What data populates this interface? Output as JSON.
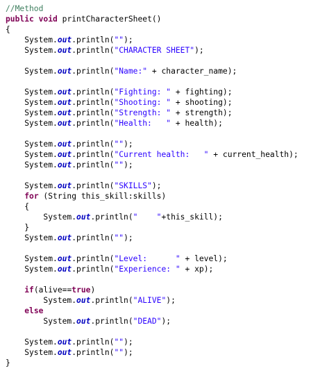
{
  "colors": {
    "keyword": "#7f0055",
    "comment": "#3f7f5f",
    "string": "#2a00ff",
    "static_field": "#0000c0",
    "text": "#000000",
    "background": "#ffffff"
  },
  "code_lines": [
    [
      {
        "t": "cm",
        "v": "//Method"
      }
    ],
    [
      {
        "t": "kw",
        "v": "public"
      },
      {
        "t": "pl",
        "v": " "
      },
      {
        "t": "kw",
        "v": "void"
      },
      {
        "t": "pl",
        "v": " printCharacterSheet()"
      }
    ],
    [
      {
        "t": "pl",
        "v": "{"
      }
    ],
    [
      {
        "t": "pl",
        "v": "    System."
      },
      {
        "t": "fld",
        "v": "out"
      },
      {
        "t": "pl",
        "v": ".println("
      },
      {
        "t": "st",
        "v": "\"\""
      },
      {
        "t": "pl",
        "v": ");"
      }
    ],
    [
      {
        "t": "pl",
        "v": "    System."
      },
      {
        "t": "fld",
        "v": "out"
      },
      {
        "t": "pl",
        "v": ".println("
      },
      {
        "t": "st",
        "v": "\"CHARACTER SHEET\""
      },
      {
        "t": "pl",
        "v": ");"
      }
    ],
    [],
    [
      {
        "t": "pl",
        "v": "    System."
      },
      {
        "t": "fld",
        "v": "out"
      },
      {
        "t": "pl",
        "v": ".println("
      },
      {
        "t": "st",
        "v": "\"Name:\""
      },
      {
        "t": "pl",
        "v": " + "
      },
      {
        "t": "id",
        "v": "character_name"
      },
      {
        "t": "pl",
        "v": ");"
      }
    ],
    [],
    [
      {
        "t": "pl",
        "v": "    System."
      },
      {
        "t": "fld",
        "v": "out"
      },
      {
        "t": "pl",
        "v": ".println("
      },
      {
        "t": "st",
        "v": "\"Fighting: \""
      },
      {
        "t": "pl",
        "v": " + "
      },
      {
        "t": "id",
        "v": "fighting"
      },
      {
        "t": "pl",
        "v": ");"
      }
    ],
    [
      {
        "t": "pl",
        "v": "    System."
      },
      {
        "t": "fld",
        "v": "out"
      },
      {
        "t": "pl",
        "v": ".println("
      },
      {
        "t": "st",
        "v": "\"Shooting: \""
      },
      {
        "t": "pl",
        "v": " + "
      },
      {
        "t": "id",
        "v": "shooting"
      },
      {
        "t": "pl",
        "v": ");"
      }
    ],
    [
      {
        "t": "pl",
        "v": "    System."
      },
      {
        "t": "fld",
        "v": "out"
      },
      {
        "t": "pl",
        "v": ".println("
      },
      {
        "t": "st",
        "v": "\"Strength: \""
      },
      {
        "t": "pl",
        "v": " + "
      },
      {
        "t": "id",
        "v": "strength"
      },
      {
        "t": "pl",
        "v": ");"
      }
    ],
    [
      {
        "t": "pl",
        "v": "    System."
      },
      {
        "t": "fld",
        "v": "out"
      },
      {
        "t": "pl",
        "v": ".println("
      },
      {
        "t": "st",
        "v": "\"Health:   \""
      },
      {
        "t": "pl",
        "v": " + "
      },
      {
        "t": "id",
        "v": "health"
      },
      {
        "t": "pl",
        "v": ");"
      }
    ],
    [],
    [
      {
        "t": "pl",
        "v": "    System."
      },
      {
        "t": "fld",
        "v": "out"
      },
      {
        "t": "pl",
        "v": ".println("
      },
      {
        "t": "st",
        "v": "\"\""
      },
      {
        "t": "pl",
        "v": ");"
      }
    ],
    [
      {
        "t": "pl",
        "v": "    System."
      },
      {
        "t": "fld",
        "v": "out"
      },
      {
        "t": "pl",
        "v": ".println("
      },
      {
        "t": "st",
        "v": "\"Current health:   \""
      },
      {
        "t": "pl",
        "v": " + "
      },
      {
        "t": "id",
        "v": "current_health"
      },
      {
        "t": "pl",
        "v": ");"
      }
    ],
    [
      {
        "t": "pl",
        "v": "    System."
      },
      {
        "t": "fld",
        "v": "out"
      },
      {
        "t": "pl",
        "v": ".println("
      },
      {
        "t": "st",
        "v": "\"\""
      },
      {
        "t": "pl",
        "v": ");"
      }
    ],
    [],
    [
      {
        "t": "pl",
        "v": "    System."
      },
      {
        "t": "fld",
        "v": "out"
      },
      {
        "t": "pl",
        "v": ".println("
      },
      {
        "t": "st",
        "v": "\"SKILLS\""
      },
      {
        "t": "pl",
        "v": ");"
      }
    ],
    [
      {
        "t": "pl",
        "v": "    "
      },
      {
        "t": "kw",
        "v": "for"
      },
      {
        "t": "pl",
        "v": " (String this_skill:"
      },
      {
        "t": "id",
        "v": "skills"
      },
      {
        "t": "pl",
        "v": ")"
      }
    ],
    [
      {
        "t": "pl",
        "v": "    {"
      }
    ],
    [
      {
        "t": "pl",
        "v": "        System."
      },
      {
        "t": "fld",
        "v": "out"
      },
      {
        "t": "pl",
        "v": ".println("
      },
      {
        "t": "st",
        "v": "\"    \""
      },
      {
        "t": "pl",
        "v": "+this_skill);"
      }
    ],
    [
      {
        "t": "pl",
        "v": "    }"
      }
    ],
    [
      {
        "t": "pl",
        "v": "    System."
      },
      {
        "t": "fld",
        "v": "out"
      },
      {
        "t": "pl",
        "v": ".println("
      },
      {
        "t": "st",
        "v": "\"\""
      },
      {
        "t": "pl",
        "v": ");"
      }
    ],
    [],
    [
      {
        "t": "pl",
        "v": "    System."
      },
      {
        "t": "fld",
        "v": "out"
      },
      {
        "t": "pl",
        "v": ".println("
      },
      {
        "t": "st",
        "v": "\"Level:      \""
      },
      {
        "t": "pl",
        "v": " + "
      },
      {
        "t": "id",
        "v": "level"
      },
      {
        "t": "pl",
        "v": ");"
      }
    ],
    [
      {
        "t": "pl",
        "v": "    System."
      },
      {
        "t": "fld",
        "v": "out"
      },
      {
        "t": "pl",
        "v": ".println("
      },
      {
        "t": "st",
        "v": "\"Experience: \""
      },
      {
        "t": "pl",
        "v": " + "
      },
      {
        "t": "id",
        "v": "xp"
      },
      {
        "t": "pl",
        "v": ");"
      }
    ],
    [],
    [
      {
        "t": "pl",
        "v": "    "
      },
      {
        "t": "kw",
        "v": "if"
      },
      {
        "t": "pl",
        "v": "("
      },
      {
        "t": "id",
        "v": "alive"
      },
      {
        "t": "pl",
        "v": "=="
      },
      {
        "t": "kw",
        "v": "true"
      },
      {
        "t": "pl",
        "v": ")"
      }
    ],
    [
      {
        "t": "pl",
        "v": "        System."
      },
      {
        "t": "fld",
        "v": "out"
      },
      {
        "t": "pl",
        "v": ".println("
      },
      {
        "t": "st",
        "v": "\"ALIVE\""
      },
      {
        "t": "pl",
        "v": ");"
      }
    ],
    [
      {
        "t": "pl",
        "v": "    "
      },
      {
        "t": "kw",
        "v": "else"
      }
    ],
    [
      {
        "t": "pl",
        "v": "        System."
      },
      {
        "t": "fld",
        "v": "out"
      },
      {
        "t": "pl",
        "v": ".println("
      },
      {
        "t": "st",
        "v": "\"DEAD\""
      },
      {
        "t": "pl",
        "v": ");"
      }
    ],
    [],
    [
      {
        "t": "pl",
        "v": "    System."
      },
      {
        "t": "fld",
        "v": "out"
      },
      {
        "t": "pl",
        "v": ".println("
      },
      {
        "t": "st",
        "v": "\"\""
      },
      {
        "t": "pl",
        "v": ");"
      }
    ],
    [
      {
        "t": "pl",
        "v": "    System."
      },
      {
        "t": "fld",
        "v": "out"
      },
      {
        "t": "pl",
        "v": ".println("
      },
      {
        "t": "st",
        "v": "\"\""
      },
      {
        "t": "pl",
        "v": ");"
      }
    ],
    [
      {
        "t": "pl",
        "v": "}"
      }
    ]
  ]
}
